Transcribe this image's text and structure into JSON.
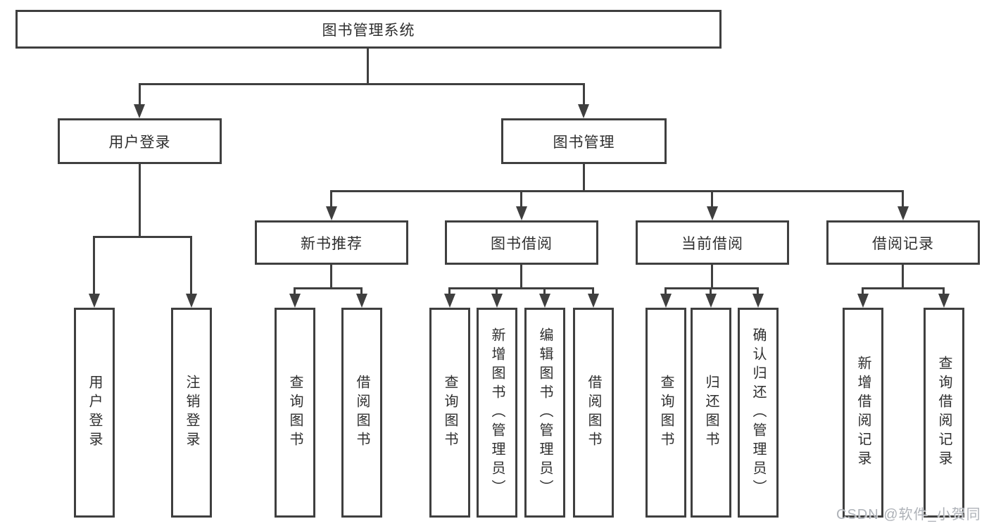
{
  "tree": {
    "label": "图书管理系统",
    "children": [
      {
        "label": "用户登录",
        "children": [
          {
            "label": "用户登录"
          },
          {
            "label": "注销登录"
          }
        ]
      },
      {
        "label": "图书管理",
        "children": [
          {
            "label": "新书推荐",
            "children": [
              {
                "label": "查询图书"
              },
              {
                "label": "借阅图书"
              }
            ]
          },
          {
            "label": "图书借阅",
            "children": [
              {
                "label": "查询图书"
              },
              {
                "label": "新增图书（管理员）"
              },
              {
                "label": "编辑图书（管理员）"
              },
              {
                "label": "借阅图书"
              }
            ]
          },
          {
            "label": "当前借阅",
            "children": [
              {
                "label": "查询图书"
              },
              {
                "label": "归还图书"
              },
              {
                "label": "确认归还（管理员）"
              }
            ]
          },
          {
            "label": "借阅记录",
            "children": [
              {
                "label": "新增借阅记录"
              },
              {
                "label": "查询借阅记录"
              }
            ]
          }
        ]
      }
    ]
  },
  "watermark": {
    "text": "CSDN @软件_小贺同学"
  },
  "colors": {
    "line": "#3f3f3f",
    "text": "#2f2f2f",
    "watermark_text": "#aeb2b8",
    "background": "#ffffff"
  }
}
